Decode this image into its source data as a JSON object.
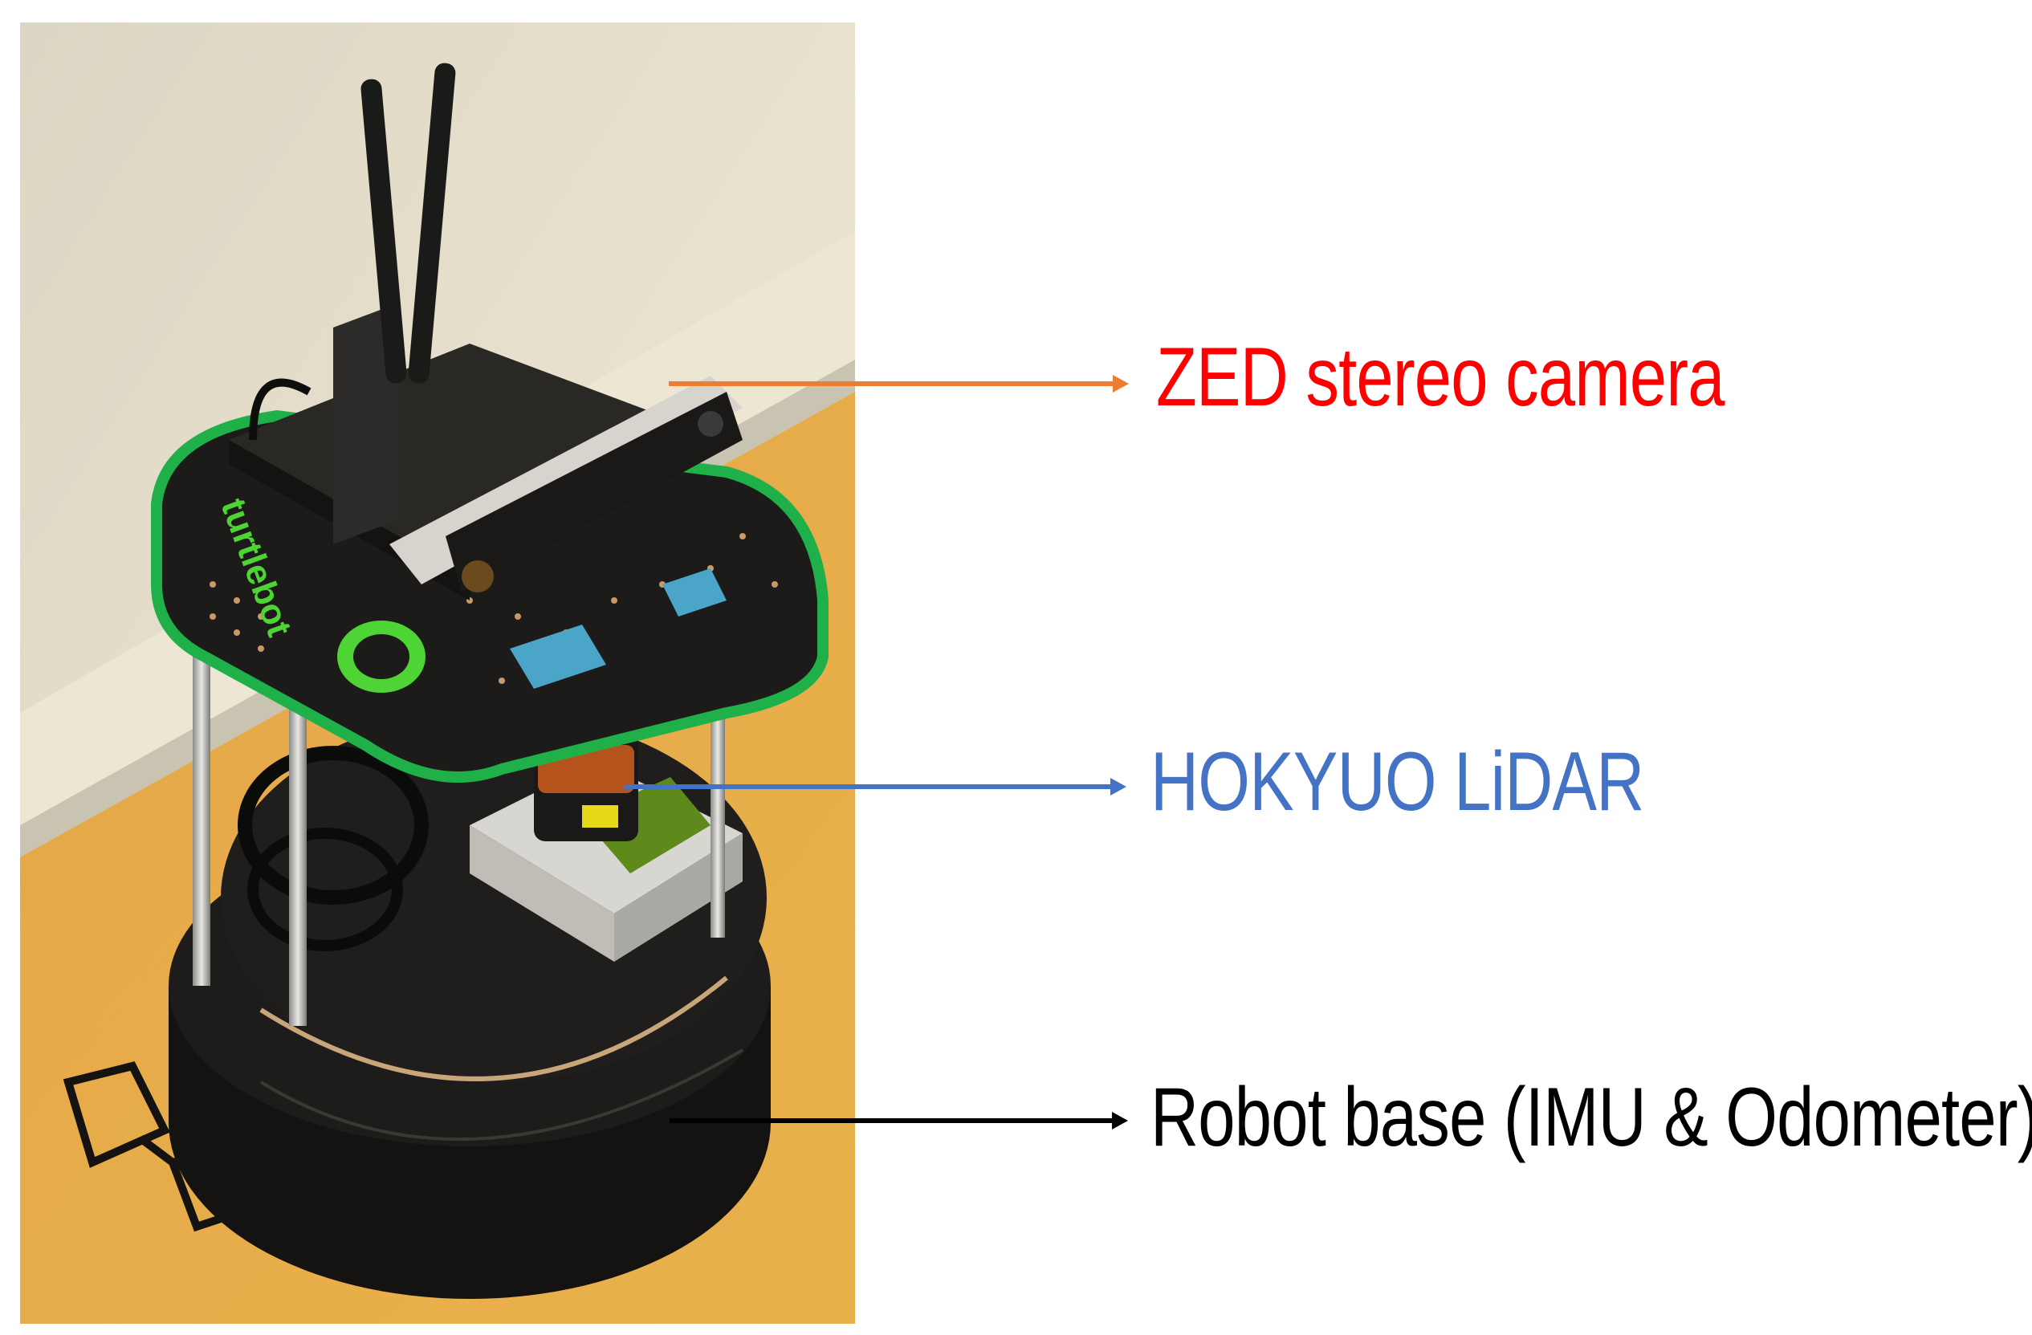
{
  "figure": {
    "photo_alt": "TurtleBot mobile robot with ZED stereo camera, HOKYUO LiDAR and robot base on a wooden table, eyeglasses beside it"
  },
  "callouts": [
    {
      "id": "zed",
      "label": "ZED stereo camera",
      "color": "#FF0000",
      "arrow_color": "#ED7D31"
    },
    {
      "id": "lidar",
      "label": "HOKYUO LiDAR",
      "color": "#4472C4",
      "arrow_color": "#4472C4"
    },
    {
      "id": "base",
      "label": "Robot base (IMU & Odometer)",
      "color": "#000000",
      "arrow_color": "#000000"
    }
  ]
}
